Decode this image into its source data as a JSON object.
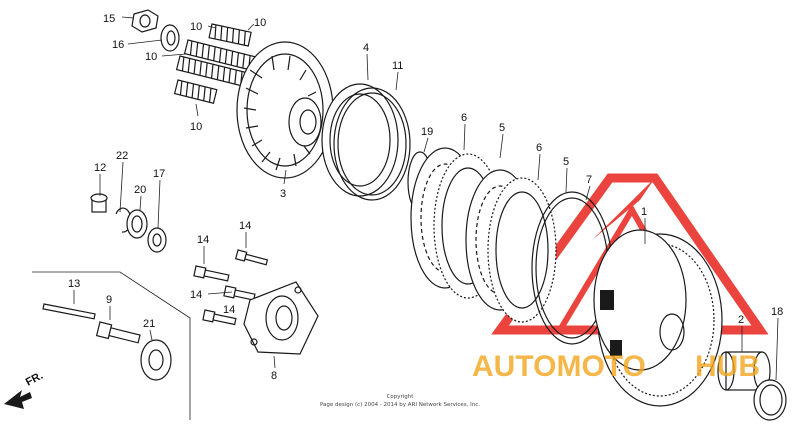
{
  "callouts": [
    {
      "id": "c15",
      "text": "15"
    },
    {
      "id": "c16",
      "text": "16"
    },
    {
      "id": "c10a",
      "text": "10"
    },
    {
      "id": "c10b",
      "text": "10"
    },
    {
      "id": "c10c",
      "text": "10"
    },
    {
      "id": "c10d",
      "text": "10"
    },
    {
      "id": "c4",
      "text": "4"
    },
    {
      "id": "c11",
      "text": "11"
    },
    {
      "id": "c3",
      "text": "3"
    },
    {
      "id": "c19",
      "text": "19"
    },
    {
      "id": "c6a",
      "text": "6"
    },
    {
      "id": "c5a",
      "text": "5"
    },
    {
      "id": "c6b",
      "text": "6"
    },
    {
      "id": "c5b",
      "text": "5"
    },
    {
      "id": "c7",
      "text": "7"
    },
    {
      "id": "c1",
      "text": "1"
    },
    {
      "id": "c2",
      "text": "2"
    },
    {
      "id": "c18",
      "text": "18"
    },
    {
      "id": "c12",
      "text": "12"
    },
    {
      "id": "c22",
      "text": "22"
    },
    {
      "id": "c17",
      "text": "17"
    },
    {
      "id": "c20",
      "text": "20"
    },
    {
      "id": "c14a",
      "text": "14"
    },
    {
      "id": "c14b",
      "text": "14"
    },
    {
      "id": "c14c",
      "text": "14"
    },
    {
      "id": "c14d",
      "text": "14"
    },
    {
      "id": "c13",
      "text": "13"
    },
    {
      "id": "c9",
      "text": "9"
    },
    {
      "id": "c21",
      "text": "21"
    },
    {
      "id": "c8",
      "text": "8"
    }
  ],
  "direction": "FR.",
  "watermark": {
    "left": "AUTOMOTO",
    "right": "HUB",
    "color": "#e8231c",
    "text_color": "#f3a51d"
  },
  "copyright": {
    "line1": "Copyright",
    "line2": "Page design (c) 2004 - 2014 by ARI Network Services, Inc."
  }
}
